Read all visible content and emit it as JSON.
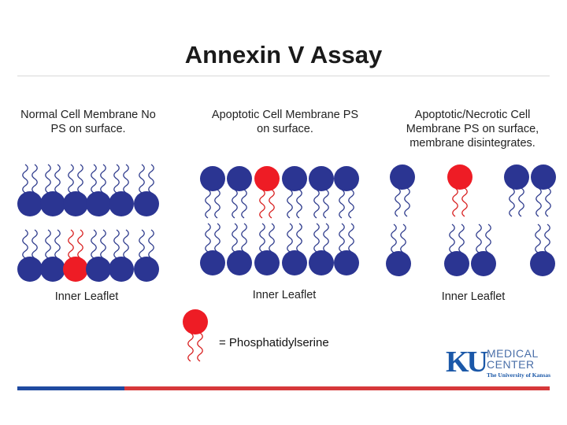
{
  "title": "Annexin V Assay",
  "panels": [
    {
      "label": "Normal Cell Membrane No PS on surface.",
      "inner_label": "Inner Leaflet",
      "outer_heads": [
        "blue",
        "blue",
        "blue",
        "blue",
        "blue",
        "blue"
      ],
      "inner_heads": [
        "blue",
        "blue",
        "red",
        "blue",
        "blue",
        "blue"
      ]
    },
    {
      "label": "Apoptotic Cell Membrane PS on surface.",
      "inner_label": "Inner Leaflet",
      "outer_heads": [
        "blue",
        "blue",
        "red",
        "blue",
        "blue",
        "blue"
      ],
      "inner_heads": [
        "blue",
        "blue",
        "blue",
        "blue",
        "blue",
        "blue"
      ]
    },
    {
      "label": "Apoptotic/Necrotic Cell Membrane PS on surface, membrane disintegrates.",
      "inner_label": "Inner Leaflet",
      "outer_heads": [
        "blue",
        "red",
        "blue",
        "blue"
      ],
      "inner_heads": [
        "blue",
        "blue",
        "blue",
        "blue"
      ]
    }
  ],
  "legend": {
    "text": "= Phosphatidylserine",
    "color": "red"
  },
  "colors": {
    "blue": "#2b3592",
    "red": "#ee1c25",
    "tail": "#2d3a8c",
    "tail_red": "#d81e1e"
  },
  "logo": {
    "ku": "KU",
    "medical_line1": "MEDICAL",
    "medical_line2": "CENTER",
    "university": "The University of Kansas"
  }
}
